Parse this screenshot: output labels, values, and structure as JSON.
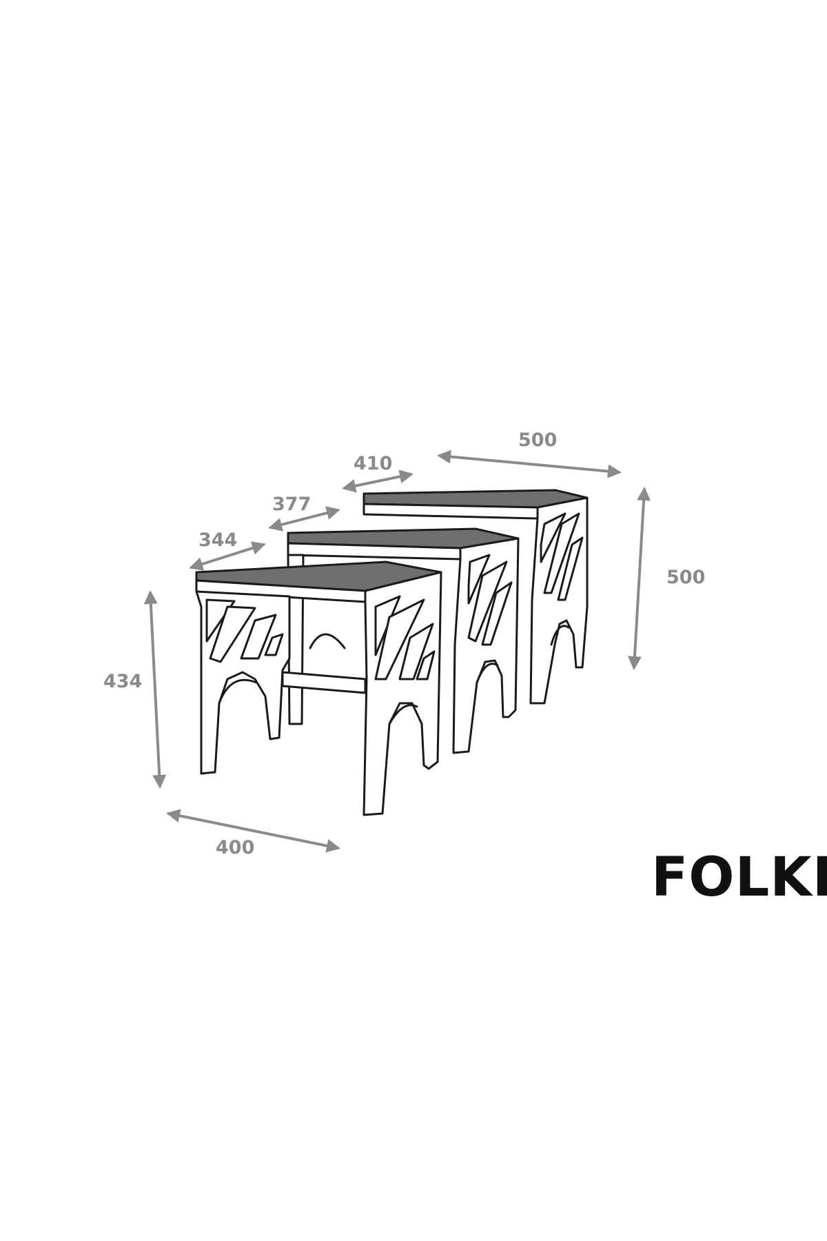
{
  "dimensions": {
    "small_depth": "344",
    "medium_depth": "377",
    "large_depth": "410",
    "large_width": "500",
    "large_height": "500",
    "small_height": "434",
    "small_width": "400"
  },
  "brand": {
    "name": "FOLKI"
  },
  "colors": {
    "dimension_gray": "#8a8a8a",
    "top_gray": "#6f6f6f",
    "ink": "#1a1a1a"
  }
}
